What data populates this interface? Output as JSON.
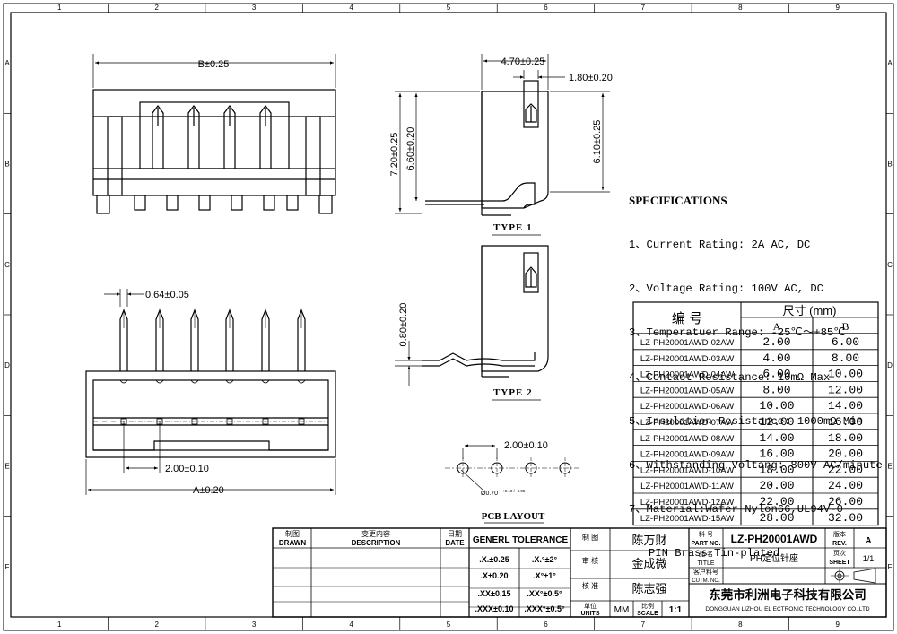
{
  "frame": {
    "col_marks": [
      "1",
      "2",
      "3",
      "4",
      "5",
      "6",
      "7",
      "8",
      "9"
    ],
    "row_marks": [
      "A",
      "B",
      "C",
      "D",
      "E",
      "F"
    ]
  },
  "front_view": {
    "dim_b": "B±0.25"
  },
  "side_view": {
    "dim_width": "4.70±0.25",
    "dim_slot": "1.80±0.20",
    "dim_h1": "7.20±0.25",
    "dim_h2": "6.60±0.20",
    "dim_h3": "6.10±0.25",
    "type1_label": "TYPE 1",
    "type2_label": "TYPE 2",
    "dim_type2": "0.80±0.20"
  },
  "top_view": {
    "dim_pin": "0.64±0.05",
    "dim_pitch": "2.00±0.10",
    "dim_a": "A±0.20"
  },
  "pcb": {
    "dim_pitch": "2.00±0.10",
    "dim_hole": "Ø0.70",
    "dim_hole_tol": "+0.10 / -0.05",
    "title": "PCB LAYOUT"
  },
  "specifications": {
    "title": "SPECIFICATIONS",
    "items": [
      "1、Current Rating: 2A AC, DC",
      "2、Voltage Rating: 100V AC, DC",
      "3、Temperatuer Range: -25℃～+85℃",
      "4、Contact Resistance: 10mΩ Max",
      "5、Insulation Resistance: 1000mΩ Min",
      "6、Withstanding Voltang: 800V AC/minute",
      "7、Material:Wafer Nylon66,UL94V-0",
      "   PIN Brass Tin-plated"
    ]
  },
  "dim_table": {
    "header_code": "编  号",
    "header_size": "尺寸 (mm)",
    "col_a": "A",
    "col_b": "B",
    "rows": [
      [
        "LZ-PH20001AWD-02AW",
        "2.00",
        "6.00"
      ],
      [
        "LZ-PH20001AWD-03AW",
        "4.00",
        "8.00"
      ],
      [
        "LZ-PH20001AWD-04AW",
        "6.00",
        "10.00"
      ],
      [
        "LZ-PH20001AWD-05AW",
        "8.00",
        "12.00"
      ],
      [
        "LZ-PH20001AWD-06AW",
        "10.00",
        "14.00"
      ],
      [
        "LZ-PH20001AWD-07AW",
        "12.00",
        "16.00"
      ],
      [
        "LZ-PH20001AWD-08AW",
        "14.00",
        "18.00"
      ],
      [
        "LZ-PH20001AWD-09AW",
        "16.00",
        "20.00"
      ],
      [
        "LZ-PH20001AWD-10AW",
        "18.00",
        "22.00"
      ],
      [
        "LZ-PH20001AWD-11AW",
        "20.00",
        "24.00"
      ],
      [
        "LZ-PH20001AWD-12AW",
        "22.00",
        "26.00"
      ],
      [
        "LZ-PH20001AWD-15AW",
        "28.00",
        "32.00"
      ]
    ]
  },
  "title_block": {
    "drawn_cn": "制图",
    "drawn_en": "DRAWN",
    "desc_cn": "变更内容",
    "desc_en": "DESCRIPTION",
    "date_cn": "日期",
    "date_en": "DATE",
    "tolerance_title": "GENERL TOLERANCE",
    "tolerances": [
      [
        ".X.±0.25",
        ".X.°±2°"
      ],
      [
        ".X±0.20",
        ".X°±1°"
      ],
      [
        ".XX±0.15",
        ".XX°±0.5°"
      ],
      [
        ".XXX±0.10",
        ".XXX°±0.5°"
      ]
    ],
    "sign_rows": [
      {
        "role": "制 图",
        "name": "陈万财"
      },
      {
        "role": "审 核",
        "name": "金成微"
      },
      {
        "role": "核 准",
        "name": "陈志强"
      }
    ],
    "units_cn": "单位",
    "units_en": "UNITS",
    "units_value": "MM",
    "scale_cn": "比例",
    "scale_en": "SCALE",
    "scale_value": "1:1",
    "part_no_cn": "料 号",
    "part_no_en": "PART NO.",
    "part_no": "LZ-PH20001AWD",
    "rev_cn": "版本",
    "rev_en": "REV.",
    "rev": "A",
    "title_cn": "品 名",
    "title_en": "TITLE",
    "title": "PH定位针座",
    "sheet_cn": "页次",
    "sheet_en": "SHEET",
    "sheet": "1/1",
    "cust_cn": "客户料号",
    "cust_en": "CUTM. NO.",
    "company_cn": "东莞市利洲电子科技有限公司",
    "company_en": "DONGGUAN LIZHOU EL ECTRONIC TECHNOLOGY CO.,LTD"
  }
}
